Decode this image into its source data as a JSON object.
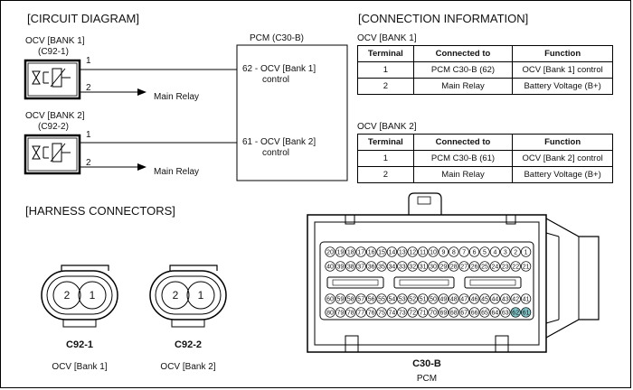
{
  "sections": {
    "circuit": "[CIRCUIT DIAGRAM]",
    "connection": "[CONNECTION INFORMATION]",
    "harness": "[HARNESS CONNECTORS]"
  },
  "circuit": {
    "pcm_label": "PCM (C30-B)",
    "ocv1": {
      "name": "OCV [BANK 1]",
      "code": "(C92-1)",
      "pin1": "1",
      "pin2": "2",
      "dest": "Main Relay",
      "pcm_pin": "62 - OCV [Bank 1]",
      "pcm_pin2": "control"
    },
    "ocv2": {
      "name": "OCV [BANK 2]",
      "code": "(C92-2)",
      "pin1": "1",
      "pin2": "2",
      "dest": "Main Relay",
      "pcm_pin": "61 - OCV [Bank 2]",
      "pcm_pin2": "control"
    }
  },
  "connection": {
    "columns": [
      "Terminal",
      "Connected to",
      "Function"
    ],
    "bank1": {
      "title": "OCV [BANK 1]",
      "rows": [
        [
          "1",
          "PCM C30-B (62)",
          "OCV [Bank 1] control"
        ],
        [
          "2",
          "Main Relay",
          "Battery Voltage (B+)"
        ]
      ]
    },
    "bank2": {
      "title": "OCV [BANK 2]",
      "rows": [
        [
          "1",
          "PCM C30-B (61)",
          "OCV [Bank 2] control"
        ],
        [
          "2",
          "Main Relay",
          "Battery Voltage (B+)"
        ]
      ]
    }
  },
  "harness": {
    "c92_1": {
      "code": "C92-1",
      "desc": "OCV [Bank 1]",
      "pins": [
        "2",
        "1"
      ]
    },
    "c92_2": {
      "code": "C92-2",
      "desc": "OCV [Bank 2]",
      "pins": [
        "2",
        "1"
      ]
    },
    "c30b": {
      "code": "C30-B",
      "desc": "PCM",
      "rows": [
        [
          "20",
          "19",
          "18",
          "17",
          "16",
          "15",
          "14",
          "13",
          "12",
          "11",
          "10",
          "9",
          "8",
          "7",
          "6",
          "5",
          "4",
          "3",
          "2",
          "1"
        ],
        [
          "40",
          "39",
          "38",
          "37",
          "36",
          "35",
          "34",
          "33",
          "32",
          "31",
          "30",
          "29",
          "28",
          "27",
          "26",
          "25",
          "24",
          "23",
          "22",
          "21"
        ],
        [
          "60",
          "59",
          "58",
          "57",
          "56",
          "55",
          "54",
          "53",
          "52",
          "51",
          "50",
          "49",
          "48",
          "47",
          "46",
          "45",
          "44",
          "43",
          "42",
          "41"
        ],
        [
          "80",
          "79",
          "78",
          "77",
          "76",
          "75",
          "74",
          "73",
          "72",
          "71",
          "70",
          "69",
          "68",
          "67",
          "66",
          "65",
          "64",
          "63",
          "62",
          "61"
        ]
      ],
      "highlight": [
        "62",
        "61"
      ],
      "highlight_color": "#7fc4c8"
    }
  }
}
